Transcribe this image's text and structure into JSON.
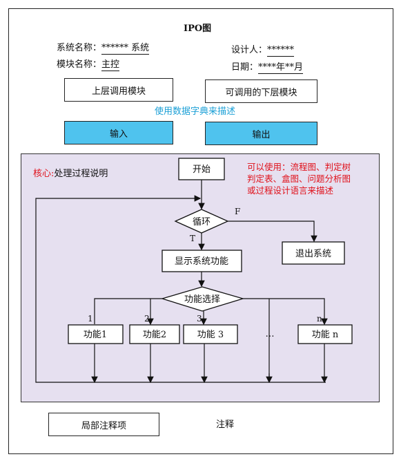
{
  "title": "IPO图",
  "system_name_label": "系统名称：",
  "system_name_value": "****** 系统",
  "module_name_label": "模块名称：",
  "module_name_value": "主控",
  "designer_label": "设计人：",
  "designer_value": "******",
  "date_label": "日期：",
  "date_value": "****年**月",
  "upper_module": "上层调用模块",
  "lower_module": "可调用的下层模块",
  "data_dict_note": "使用数据字典来描述",
  "input_label": "输入",
  "output_label": "输出",
  "core_label_prefix": "核心:",
  "core_label_text": "处理过程说明",
  "tools_note": [
    "可以使用：流程图、判定树",
    "判定表、盒图、问题分析图",
    "或过程设计语言来描述"
  ],
  "flow": {
    "start": "开始",
    "loop": "循环",
    "true_label": "T",
    "false_label": "F",
    "exit": "退出系统",
    "display": "显示系统功能",
    "select": "功能选择",
    "branch_labels": [
      "1",
      "2",
      "3",
      "n"
    ],
    "func1": "功能1",
    "func2": "功能2",
    "func3": "功能 3",
    "funcn": "功能 n",
    "ellipsis": "…"
  },
  "local_notes": "局部注释项",
  "notes_label": "注释",
  "colors": {
    "io_fill": "#4fc3ee",
    "core_fill": "#e6e0f0",
    "accent_red": "#e0101a",
    "accent_cyan": "#1a9fd6"
  }
}
